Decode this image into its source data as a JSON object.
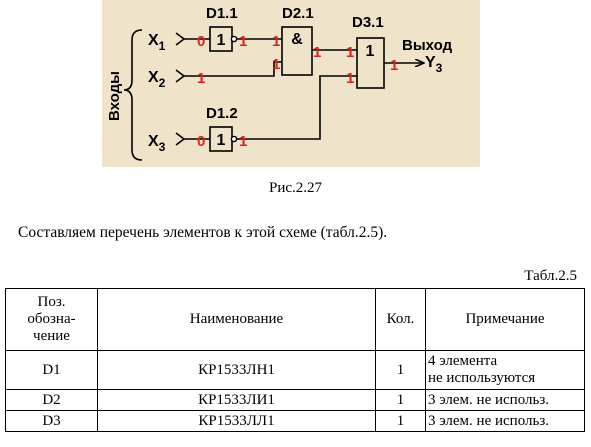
{
  "schematic": {
    "group_label": "Входы",
    "inputs": [
      {
        "name": "X",
        "sub": "1"
      },
      {
        "name": "X",
        "sub": "2"
      },
      {
        "name": "X",
        "sub": "3"
      }
    ],
    "elements": {
      "d1_1": {
        "ref": "D1.1",
        "symbol": "1"
      },
      "d2_1": {
        "ref": "D2.1",
        "symbol": "&"
      },
      "d3_1": {
        "ref": "D3.1",
        "symbol": "1"
      },
      "d1_2": {
        "ref": "D1.2",
        "symbol": "1"
      }
    },
    "output": {
      "label": "Выход",
      "name": "Y",
      "sub": "3"
    },
    "signals": {
      "x1_in": "0",
      "d1_1_out": "1",
      "d2_1_in1": "1",
      "d2_1_in2": "1",
      "x2_in": "1",
      "d2_1_out": "1",
      "d3_1_in1": "1",
      "d3_1_in2": "1",
      "d3_1_out": "1",
      "x3_in": "0",
      "d1_2_out": "1"
    },
    "colors": {
      "background": "#efe4c9",
      "signal": "#d7261e",
      "wire": "#000000"
    }
  },
  "caption": "Рис.2.27",
  "paragraph": "Составляем перечень элементов к этой схеме (табл.2.5).",
  "table_label": "Табл.2.5",
  "table": {
    "headers": {
      "pos": [
        "Поз.",
        "обозна-",
        "чение"
      ],
      "name": "Наименование",
      "qty": "Кол.",
      "note": "Примечание"
    },
    "rows": [
      {
        "pos": "D1",
        "name": "КР1533ЛН1",
        "qty": "1",
        "note": [
          "4 элемента",
          "не используются"
        ]
      },
      {
        "pos": "D2",
        "name": "КР1533ЛИ1",
        "qty": "1",
        "note": [
          "3 элем. не использ."
        ]
      },
      {
        "pos": "D3",
        "name": "КР1533ЛЛ1",
        "qty": "1",
        "note": [
          "3 элем. не использ."
        ]
      }
    ]
  }
}
